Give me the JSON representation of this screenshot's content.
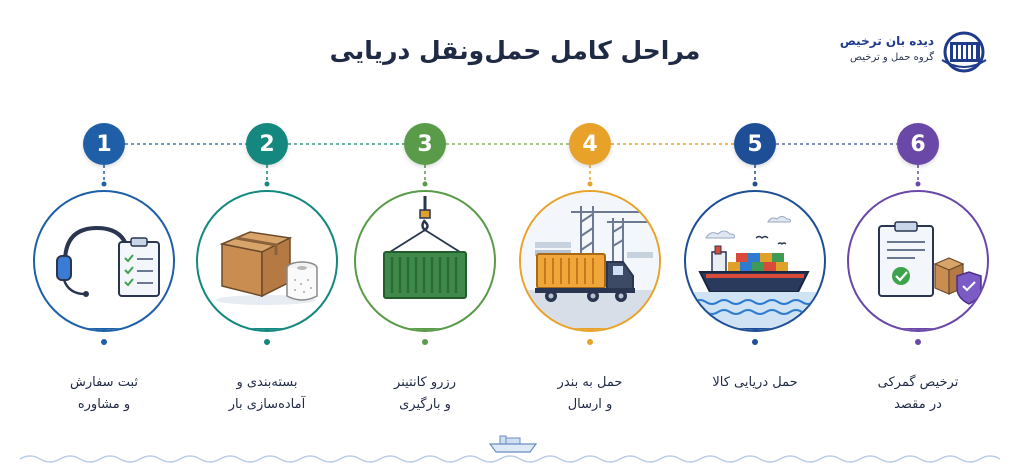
{
  "title": "مراحل کامل حمل‌ونقل دریایی",
  "logo": {
    "name": "دیده بان ترخیص",
    "subtitle": "گروه حمل و ترخیص",
    "color": "#1f3b8c"
  },
  "steps": [
    {
      "number": "1",
      "line1": "ثبت سفارش",
      "line2": "و مشاوره",
      "color": "#1e5fa8",
      "icon": "headset-checklist-icon"
    },
    {
      "number": "2",
      "line1": "بسته‌بندی و",
      "line2": "آماده‌سازی بار",
      "color": "#14877e",
      "icon": "boxes-icon"
    },
    {
      "number": "3",
      "line1": "رزرو کانتینر",
      "line2": "و بارگیری",
      "color": "#5a9b4a",
      "icon": "container-hook-icon"
    },
    {
      "number": "4",
      "line1": "حمل به بندر",
      "line2": "و ارسال",
      "color": "#e8a22a",
      "icon": "truck-port-icon"
    },
    {
      "number": "5",
      "line1": "حمل دریایی کالا",
      "line2": "",
      "color": "#1e4f96",
      "icon": "cargo-ship-icon"
    },
    {
      "number": "6",
      "line1": "ترخیص گمرکی",
      "line2": "در مقصد",
      "color": "#6a48a8",
      "icon": "customs-clearance-icon"
    }
  ]
}
